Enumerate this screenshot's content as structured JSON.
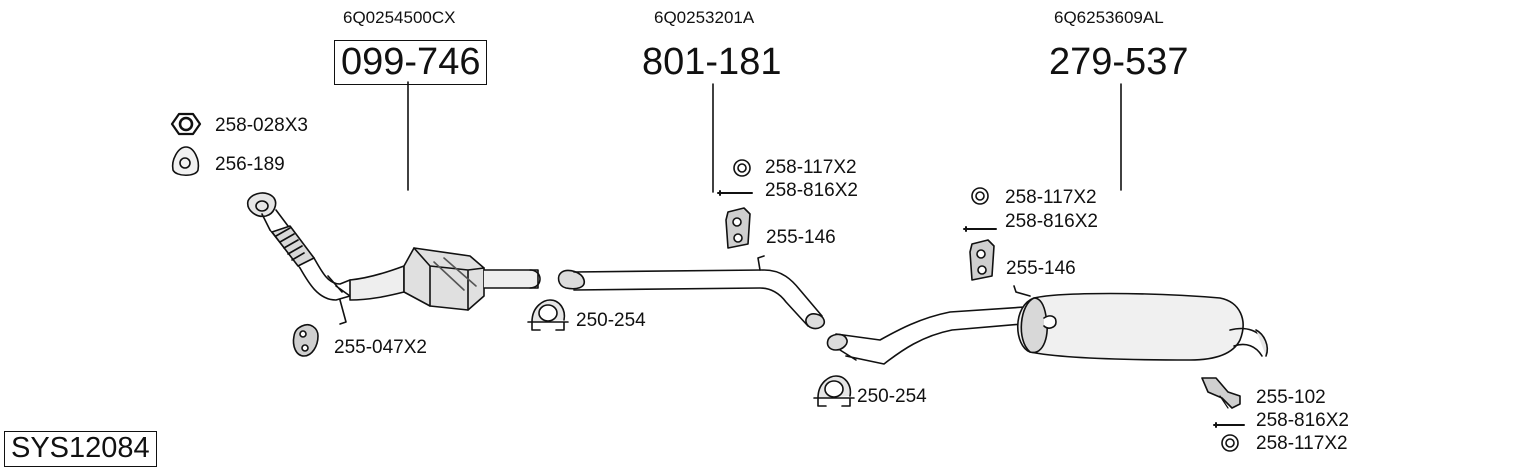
{
  "title": "SYS12084",
  "assemblies": [
    {
      "oem": "6Q0254500CX",
      "code": "099-746",
      "boxed": true
    },
    {
      "oem": "6Q0253201A",
      "code": "801-181",
      "boxed": false
    },
    {
      "oem": "6Q6253609AL",
      "code": "279-537",
      "boxed": false
    }
  ],
  "parts": {
    "nut": "258-028X3",
    "gasket": "256-189",
    "mount_front": "255-047X2",
    "clamp_front": "250-254",
    "ring_mid": "258-117X2",
    "bolt_mid": "258-816X2",
    "mount_mid": "255-146",
    "ring_rear": "258-117X2",
    "bolt_rear": "258-816X2",
    "mount_rear": "255-146",
    "clamp_rear": "250-254",
    "bracket_tail": "255-102",
    "bolt_tail": "258-816X2",
    "ring_tail": "258-117X2"
  }
}
